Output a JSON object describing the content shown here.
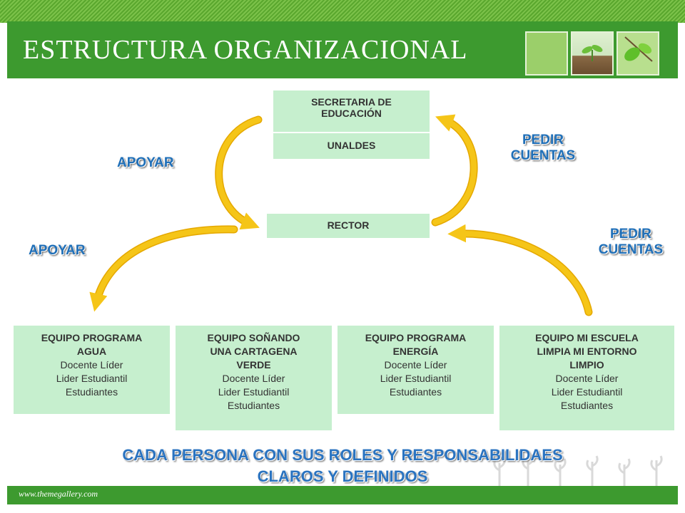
{
  "header": {
    "title": "ESTRUCTURA ORGANIZACIONAL"
  },
  "footer": {
    "url": "www.themegallery.com"
  },
  "diagram": {
    "top_box": {
      "line1": "SECRETARIA DE",
      "line2": "EDUCACIÓN"
    },
    "unaldes": "UNALDES",
    "rector": "RECTOR",
    "labels": {
      "apoyar_top": "APOYAR",
      "apoyar_left": "APOYAR",
      "pedir_top_1": "PEDIR",
      "pedir_top_2": "CUENTAS",
      "pedir_right_1": "PEDIR",
      "pedir_right_2": "CUENTAS"
    },
    "teams": [
      {
        "t1": "EQUIPO PROGRAMA",
        "t2": "AGUA",
        "t3": "",
        "r1": "Docente Líder",
        "r2": "Lider Estudiantil",
        "r3": "Estudiantes"
      },
      {
        "t1": "EQUIPO SOÑANDO",
        "t2": "UNA CARTAGENA",
        "t3": "VERDE",
        "r1": "Docente Líder",
        "r2": "Lider Estudiantil",
        "r3": "Estudiantes"
      },
      {
        "t1": "EQUIPO PROGRAMA",
        "t2": "ENERGÍA",
        "t3": "",
        "r1": "Docente Líder",
        "r2": "Lider Estudiantil",
        "r3": "Estudiantes"
      },
      {
        "t1": "EQUIPO MI ESCUELA",
        "t2": "LIMPIA MI ENTORNO",
        "t3": "LIMPIO",
        "r1": "Docente Líder",
        "r2": "Lider Estudiantil",
        "r3": "Estudiantes"
      }
    ],
    "banner": {
      "line1": "CADA PERSONA CON SUS ROLES Y RESPONSABILIDAES",
      "line2": "CLAROS Y DEFINIDOS"
    }
  },
  "colors": {
    "header_green": "#3d9a2f",
    "box_fill": "#c6efce",
    "arrow_yellow": "#f5c518",
    "label_blue": "#1f6fb8"
  }
}
